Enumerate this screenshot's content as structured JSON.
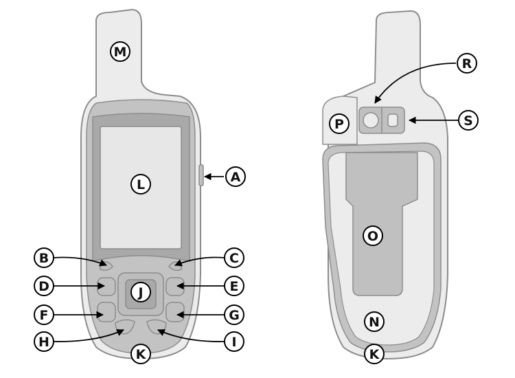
{
  "labels": {
    "A": "A",
    "B": "B",
    "C": "C",
    "D": "D",
    "E": "E",
    "F": "F",
    "G": "G",
    "H": "H",
    "I": "I",
    "J": "J",
    "K": "K",
    "L": "L",
    "M": "M",
    "N": "N",
    "O": "O",
    "P": "P",
    "R": "R",
    "S": "S"
  },
  "colors": {
    "body": "#ececec",
    "outline": "#8c8c8c",
    "face": "#c3c3c3",
    "screen": "#a9a9a9",
    "screen_inner": "#e7e7e7",
    "button": "#c0c0c0",
    "callout_fill": "#ffffff",
    "callout_stroke": "#000000"
  }
}
